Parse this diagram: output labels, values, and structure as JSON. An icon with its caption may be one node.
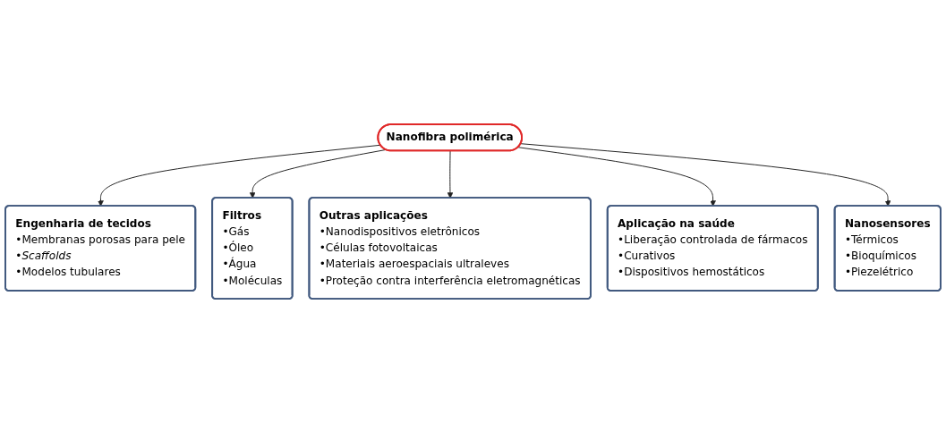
{
  "diagram": {
    "nodes": [
      {
        "text": [
          "Nanofibra polimérica"
        ]
      },
      {
        "text": [
          "Engenharia de tecidos",
          "•Membranas porosas para pele",
          "•Scaffolds",
          "•Modelos tubulares"
        ]
      },
      {
        "text": [
          "Filtros",
          "•Gás",
          "•Óleo",
          "•Água",
          "•Moléculas"
        ]
      },
      {
        "text": [
          "Outras aplicações",
          "•Nanodispositivos eletrônicos",
          "•Células fotovoltaicas",
          "•Materiais aeroespaciais ultraleves",
          "•Proteção contra interferência eletromagnéticas"
        ]
      },
      {
        "text": [
          "Aplicação na saúde",
          "•Liberação controlada de fármacos",
          "•Curativos",
          "•Dispositivos hemostáticos"
        ]
      },
      {
        "text": [
          "Nanosensores",
          "•Térmicos",
          "•Bioquímicos",
          "•Piezelétrico"
        ]
      }
    ],
    "edges": [
      {
        "from": 0,
        "to": 1,
        "arrow": "to"
      },
      {
        "from": 0,
        "to": 2,
        "arrow": "to"
      },
      {
        "from": 0,
        "to": 3,
        "arrow": "to"
      },
      {
        "from": 0,
        "to": 4,
        "arrow": "to"
      },
      {
        "from": 0,
        "to": 5,
        "arrow": "to"
      }
    ]
  }
}
